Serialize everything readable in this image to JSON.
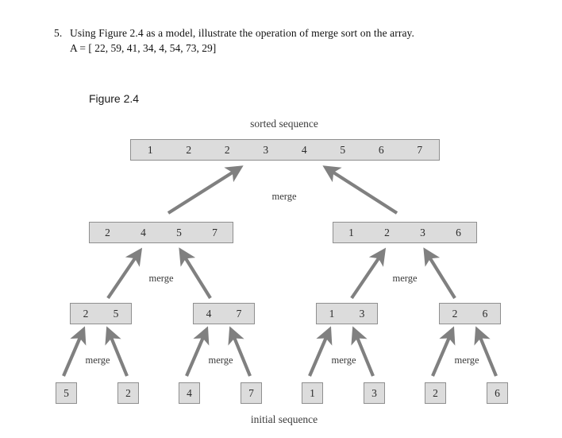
{
  "problem": {
    "number": "5.",
    "text": "Using Figure 2.4 as a model, illustrate the operation of merge sort on the array.",
    "array_line": "A = [ 22, 59, 41, 34, 4, 54, 73, 29]"
  },
  "figure": {
    "caption": "Figure 2.4",
    "top_label": "sorted sequence",
    "bottom_label": "initial sequence",
    "merge_label": "merge",
    "colors": {
      "box_fill": "#dcdcdc",
      "box_border": "#8f8f8f",
      "arrow": "#808080",
      "text": "#2b2b2b"
    },
    "levels": {
      "sorted_sequence": [
        "1",
        "2",
        "2",
        "3",
        "4",
        "5",
        "6",
        "7"
      ],
      "level2": [
        {
          "values": [
            "2",
            "4",
            "5",
            "7"
          ]
        },
        {
          "values": [
            "1",
            "2",
            "3",
            "6"
          ]
        }
      ],
      "level3": [
        {
          "values": [
            "2",
            "5"
          ]
        },
        {
          "values": [
            "4",
            "7"
          ]
        },
        {
          "values": [
            "1",
            "3"
          ]
        },
        {
          "values": [
            "2",
            "6"
          ]
        }
      ],
      "initial_sequence": [
        "5",
        "2",
        "4",
        "7",
        "1",
        "3",
        "2",
        "6"
      ]
    },
    "merge_labels": {
      "top": "merge",
      "mid_left": "merge",
      "mid_right": "merge",
      "leaf_1": "merge",
      "leaf_2": "merge",
      "leaf_3": "merge",
      "leaf_4": "merge"
    }
  }
}
